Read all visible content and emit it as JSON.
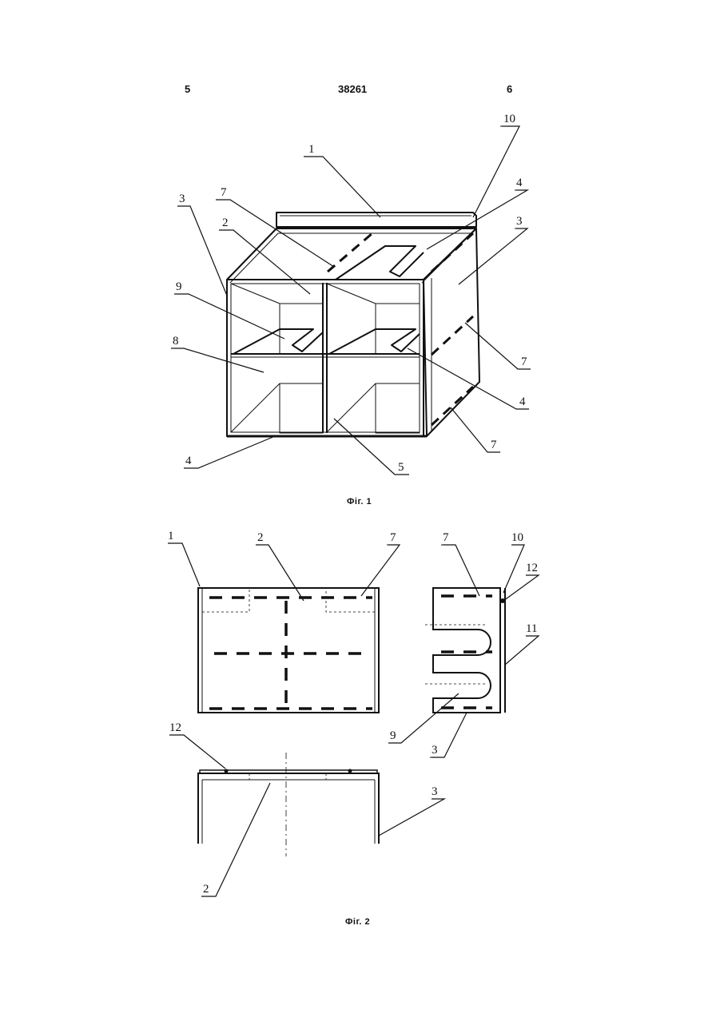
{
  "header": {
    "left": "5",
    "center": "38261",
    "right": "6"
  },
  "figure1": {
    "caption": "Фіг. 1",
    "labels": {
      "l1": "1",
      "l10": "10",
      "l4a": "4",
      "l3a": "3",
      "l7a": "7",
      "l2": "2",
      "l3b": "3",
      "l9": "9",
      "l8": "8",
      "l7b": "7",
      "l4b": "4",
      "l7c": "7",
      "l4c": "4",
      "l5": "5"
    }
  },
  "figure2": {
    "caption": "Фіг. 2",
    "labels": {
      "l1": "1",
      "l2": "2",
      "l7a": "7",
      "l7b": "7",
      "l10": "10",
      "l12a": "12",
      "l11": "11",
      "l9": "9",
      "l3a": "3",
      "l12b": "12",
      "l3b": "3",
      "l2b": "2"
    }
  }
}
